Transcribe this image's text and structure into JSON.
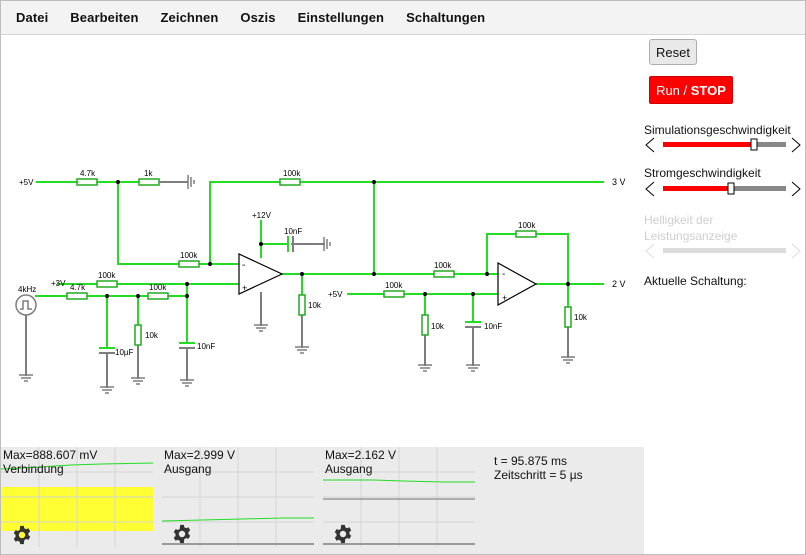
{
  "menu": {
    "items": [
      "Datei",
      "Bearbeiten",
      "Zeichnen",
      "Oszis",
      "Einstellungen",
      "Schaltungen"
    ]
  },
  "panel": {
    "reset_label": "Reset",
    "run_label": "Run / ",
    "stop_label": "STOP",
    "sim_speed_label": "Simulationsgeschwindigkeit",
    "sim_speed_value": 0.74,
    "current_speed_label": "Stromgeschwindigkeit",
    "current_speed_value": 0.55,
    "brightness_label_line1": "Helligkeit der",
    "brightness_label_line2": "Leistungsanzeige",
    "current_circuit_label": "Aktuelle Schaltung:"
  },
  "circuit": {
    "v_plus5_top": "+5V",
    "v_plus5_mid": "+5V",
    "v_plus3": "+3V",
    "v_plus12": "+12V",
    "src_freq": "4kHz",
    "r_4k7_top": "4.7k",
    "r_1k": "1k",
    "r_100k_top": "100k",
    "r_100k_fb1": "100k",
    "r_100k_in": "100k",
    "r_4k7_bottom": "4.7k",
    "r_100k_series": "100k",
    "r_10k_a": "10k",
    "c_10uF": "10µF",
    "c_10nF_a": "10nF",
    "c_10nF_top": "10nF",
    "r_10k_out1": "10k",
    "r_100k_mid": "100k",
    "r_100k_fb2": "100k",
    "r_100k_in2": "100k",
    "r_10k_b": "10k",
    "c_10nF_b": "10nF",
    "r_10k_out2": "10k",
    "out_3v": "3 V",
    "out_2v": "2 V"
  },
  "scopes": [
    {
      "max": "Max=888.607 mV",
      "name": "Verbindung"
    },
    {
      "max": "Max=2.999 V",
      "name": "Ausgang"
    },
    {
      "max": "Max=2.162 V",
      "name": "Ausgang"
    }
  ],
  "status": {
    "time": "t = 95.875 ms",
    "step": "Zeitschritt = 5 µs"
  },
  "colors": {
    "wire_active": "#22dd22",
    "wire_idle": "#7d7d7d",
    "slider_fill": "#ff0000",
    "run_button": "#ff0000",
    "highlight": "#ffff33"
  }
}
